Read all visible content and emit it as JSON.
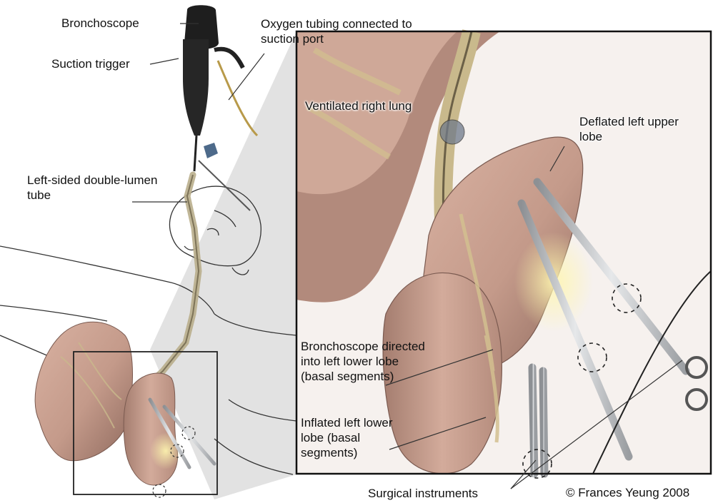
{
  "figure": {
    "labels": {
      "bronchoscope": "Bronchoscope",
      "suction_trigger": "Suction trigger",
      "oxygen_tubing": "Oxygen tubing connected to suction port",
      "double_lumen_tube": "Left-sided double-lumen tube",
      "ventilated_right_lung": "Ventilated right lung",
      "deflated_left_upper_lobe": "Deflated left upper lobe",
      "bronchoscope_directed": "Bronchoscope directed into left lower lobe (basal segments)",
      "inflated_left_lower_lobe": "Inflated left lower lobe (basal segments)",
      "surgical_instruments": "Surgical instruments",
      "copyright": "© Frances Yeung 2008"
    },
    "colors": {
      "lung_tissue": "#c49a8a",
      "lung_shadow": "#8f6a5e",
      "airway_tube": "#c9b98c",
      "instrument_steel": "#b9bcbf",
      "projection_grey": "#cfcfcf",
      "outline": "#222222"
    }
  }
}
